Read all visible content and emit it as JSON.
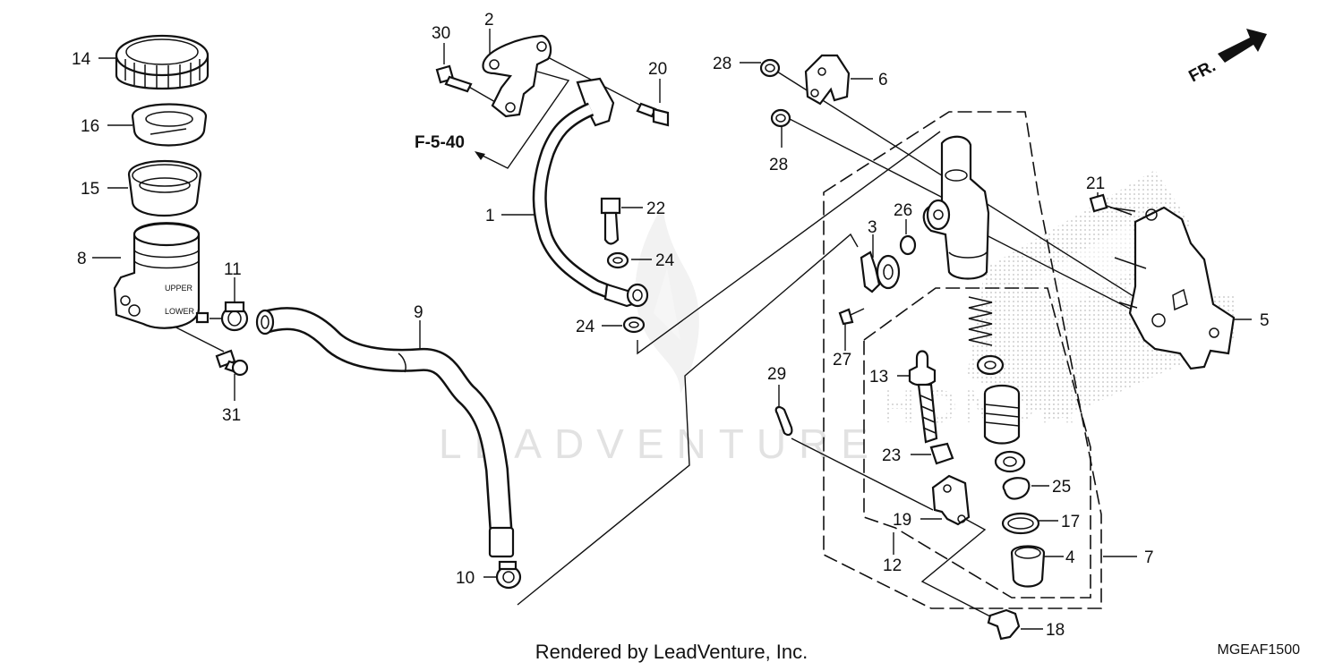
{
  "diagram": {
    "callouts": [
      "1",
      "2",
      "3",
      "4",
      "5",
      "6",
      "7",
      "8",
      "9",
      "10",
      "11",
      "12",
      "13",
      "14",
      "15",
      "16",
      "17",
      "18",
      "19",
      "20",
      "21",
      "22",
      "23",
      "24",
      "24",
      "25",
      "26",
      "27",
      "28",
      "28",
      "29",
      "30",
      "31"
    ],
    "reference": "F-5-40",
    "direction": "FR.",
    "watermark": "LEADVENTURE",
    "watermark_logo": "HONDA",
    "reservoir_labels": {
      "upper": "UPPER",
      "lower": "LOWER"
    },
    "colors": {
      "line": "#111111",
      "watermark": "#d8d8d8"
    }
  },
  "footer": {
    "credit": "Rendered by LeadVenture, Inc.",
    "code": "MGEAF1500"
  }
}
